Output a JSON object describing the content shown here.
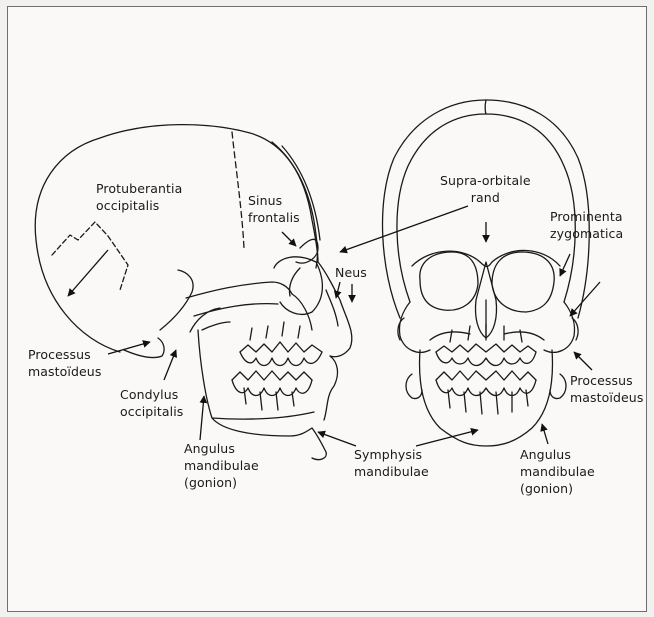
{
  "labels": {
    "protuberantia": "Protuberantia\noccipitalis",
    "sinus": "Sinus\nfrontalis",
    "supra": "Supra-orbitale\nrand",
    "prominenta": "Prominenta\nzygomatica",
    "neus": "Neus",
    "processus_left": "Processus\nmastoïdeus",
    "condylus": "Condylus\noccipitalis",
    "angulus_left": "Angulus\nmandibulae\n(gonion)",
    "symphysis": "Symphysis\nmandibulae",
    "processus_right": "Processus\nmastoïdeus",
    "angulus_right": "Angulus\nmandibulae\n(gonion)"
  }
}
